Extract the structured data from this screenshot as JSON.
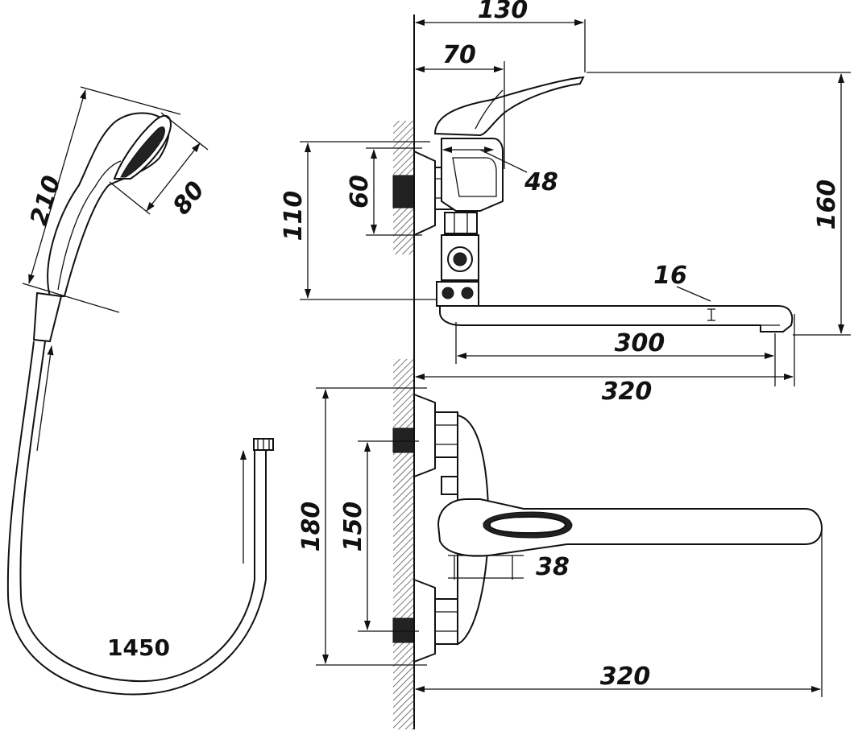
{
  "diagram": {
    "hose_shower": {
      "handset_length": "210",
      "head_width": "80",
      "hose_length": "1450"
    },
    "side_view": {
      "depth_total": "130",
      "depth_to_handle": "70",
      "diverter_width": "48",
      "thread_spacing_vertical": "110",
      "thread_size": "60",
      "height_total": "160",
      "spout_diameter": "16",
      "spout_length": "300",
      "overall_reach": "320"
    },
    "top_view": {
      "outer_height": "180",
      "connection_centres": "150",
      "handle_width": "38",
      "overall_reach": "320"
    }
  }
}
